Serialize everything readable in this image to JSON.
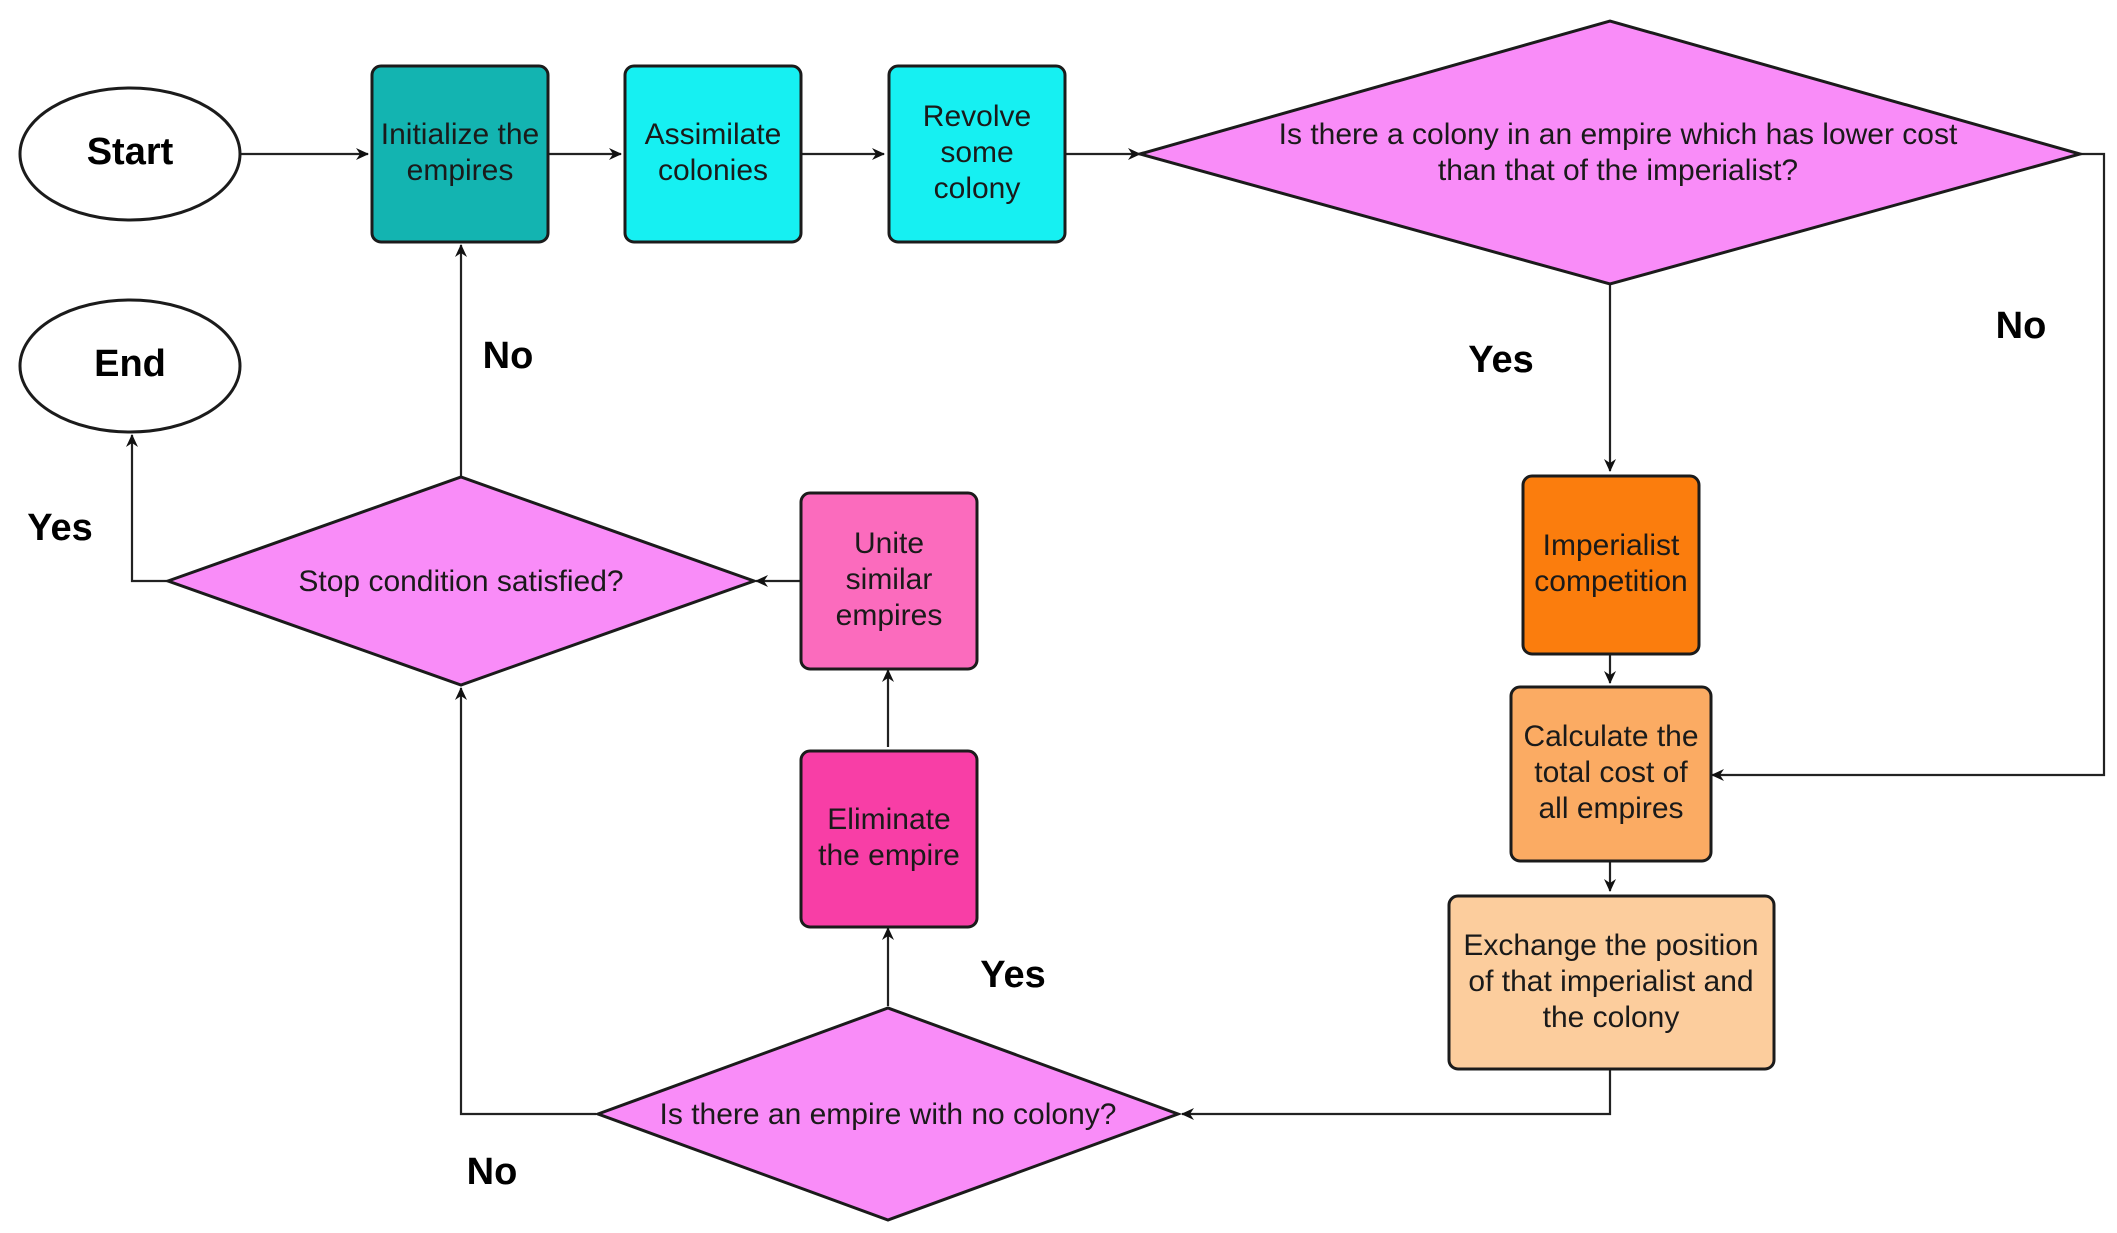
{
  "nodes": {
    "start": "Start",
    "end": "End",
    "init": [
      "Initialize the",
      "empires"
    ],
    "assimilate": [
      "Assimilate",
      "colonies"
    ],
    "revolve": [
      "Revolve",
      "some",
      "colony"
    ],
    "colony_question": [
      "Is there a colony in an empire which has lower cost",
      "than that of the imperialist?"
    ],
    "competition": [
      "Imperialist",
      "competition"
    ],
    "total_cost": [
      "Calculate the",
      "total cost of",
      "all empires"
    ],
    "exchange": [
      "Exchange the position",
      "of that imperialist and",
      "the colony"
    ],
    "no_colony_question": [
      "Is there an empire with no colony?"
    ],
    "eliminate": [
      "Eliminate",
      "the empire"
    ],
    "unite": [
      "Unite",
      "similar",
      "empires"
    ],
    "stop_question": [
      "Stop condition satisfied?"
    ]
  },
  "edge_labels": {
    "stop_no": "No",
    "stop_yes": "Yes",
    "colony_yes": "Yes",
    "colony_no": "No",
    "empire_yes": "Yes",
    "empire_no": "No"
  },
  "colors": {
    "init": "#13b4b1",
    "assimilate": "#16f0f2",
    "revolve": "#16f0f2",
    "decision": "#f98cf8",
    "competition": "#fb7d0d",
    "total_cost": "#fbab63",
    "exchange": "#fccd9d",
    "eliminate": "#f83ea6",
    "unite": "#fb6bbd"
  }
}
